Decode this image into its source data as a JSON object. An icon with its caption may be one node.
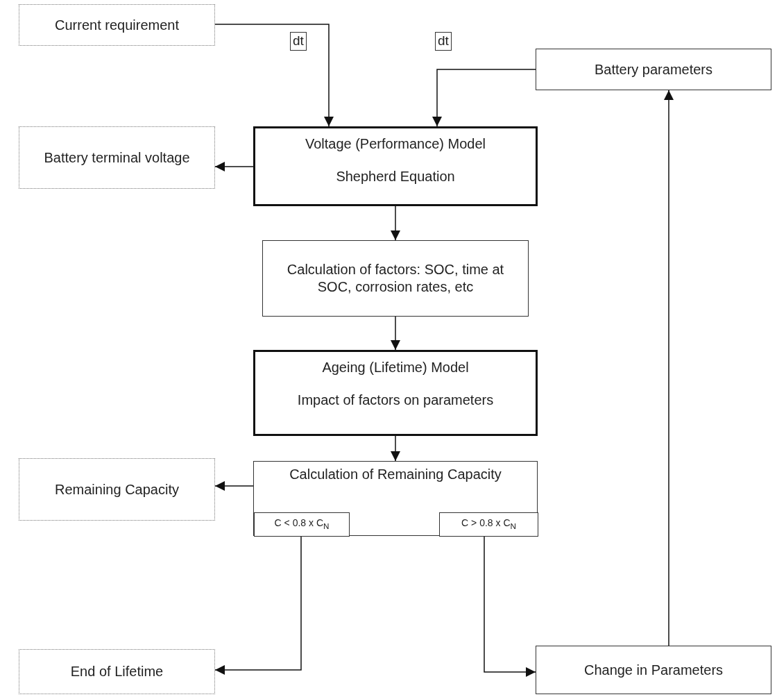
{
  "diagram": {
    "nodes": [
      {
        "text": [
          "Current requirement"
        ]
      },
      {
        "text": [
          "Battery parameters"
        ]
      },
      {
        "text": [
          "Battery terminal voltage"
        ]
      },
      {
        "text": [
          "Voltage (Performance) Model",
          "Shepherd Equation"
        ]
      },
      {
        "text": [
          "Calculation of factors: SOC, time at SOC, corrosion rates, etc"
        ]
      },
      {
        "text": [
          "Ageing (Lifetime) Model",
          "Impact of factors on parameters"
        ]
      },
      {
        "text": [
          "Remaining Capacity"
        ]
      },
      {
        "text": [
          "Calculation of Remaining Capacity"
        ]
      },
      {
        "text": [
          "C < 0.8 x C$_{N}$"
        ],
        "in": 7
      },
      {
        "text": [
          "C > 0.8 x C$_{N}$"
        ],
        "in": 7
      },
      {
        "text": [
          "End of Lifetime"
        ]
      },
      {
        "text": [
          "Change in Parameters"
        ]
      }
    ],
    "edges": [
      {
        "from": 0,
        "to": 3,
        "arrow": "to",
        "label": "dt"
      },
      {
        "from": 1,
        "to": 3,
        "arrow": "to",
        "label": "dt"
      },
      {
        "from": 3,
        "to": 2,
        "arrow": "to"
      },
      {
        "from": 3,
        "to": 4,
        "arrow": "to"
      },
      {
        "from": 4,
        "to": 5,
        "arrow": "to"
      },
      {
        "from": 5,
        "to": 7,
        "arrow": "to"
      },
      {
        "from": 7,
        "to": 6,
        "arrow": "to"
      },
      {
        "from": 8,
        "to": 10,
        "arrow": "to"
      },
      {
        "from": 9,
        "to": 11,
        "arrow": "to"
      },
      {
        "from": 11,
        "to": 1,
        "arrow": "to"
      }
    ]
  }
}
